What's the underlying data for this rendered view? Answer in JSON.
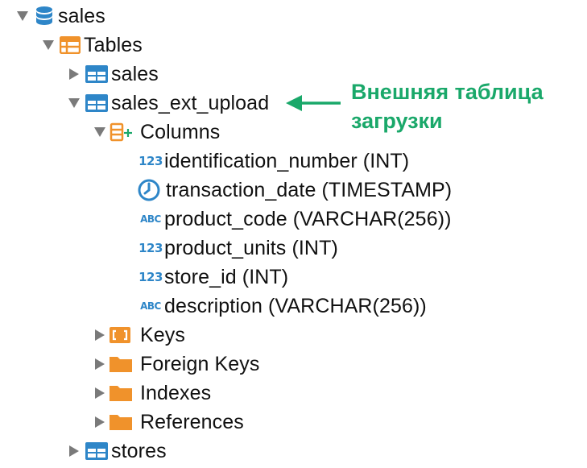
{
  "tree": {
    "database": {
      "label": "sales",
      "icon": "database-icon",
      "expanded": true
    },
    "tables_folder": {
      "label": "Tables",
      "icon": "tables-icon",
      "expanded": true
    },
    "tables": [
      {
        "label": "sales",
        "icon": "table-icon",
        "expanded": false
      },
      {
        "label": "sales_ext_upload",
        "icon": "table-icon",
        "expanded": true
      },
      {
        "label": "stores",
        "icon": "table-icon",
        "expanded": false
      }
    ],
    "columns_folder": {
      "label": "Columns",
      "icon": "columns-icon",
      "expanded": true
    },
    "columns": [
      {
        "label": "identification_number (INT)",
        "type_icon": "123",
        "icon": "numeric-type-icon"
      },
      {
        "label": "transaction_date (TIMESTAMP)",
        "type_icon": "clock",
        "icon": "clock-icon"
      },
      {
        "label": "product_code (VARCHAR(256))",
        "type_icon": "ABC",
        "icon": "text-type-icon"
      },
      {
        "label": "product_units (INT)",
        "type_icon": "123",
        "icon": "numeric-type-icon"
      },
      {
        "label": "store_id (INT)",
        "type_icon": "123",
        "icon": "numeric-type-icon"
      },
      {
        "label": "description (VARCHAR(256))",
        "type_icon": "ABC",
        "icon": "text-type-icon"
      }
    ],
    "folders": [
      {
        "label": "Keys",
        "icon": "keys-icon"
      },
      {
        "label": "Foreign Keys",
        "icon": "folder-icon"
      },
      {
        "label": "Indexes",
        "icon": "folder-icon"
      },
      {
        "label": "References",
        "icon": "folder-icon"
      }
    ]
  },
  "annotation": {
    "line1": "Внешняя таблица",
    "line2": "загрузки",
    "icon": "arrow-left-icon",
    "color": "#1aa86a"
  },
  "colors": {
    "folder_orange": "#f0922b",
    "icon_blue": "#2e86c8",
    "annotation_green": "#1aa86a"
  }
}
